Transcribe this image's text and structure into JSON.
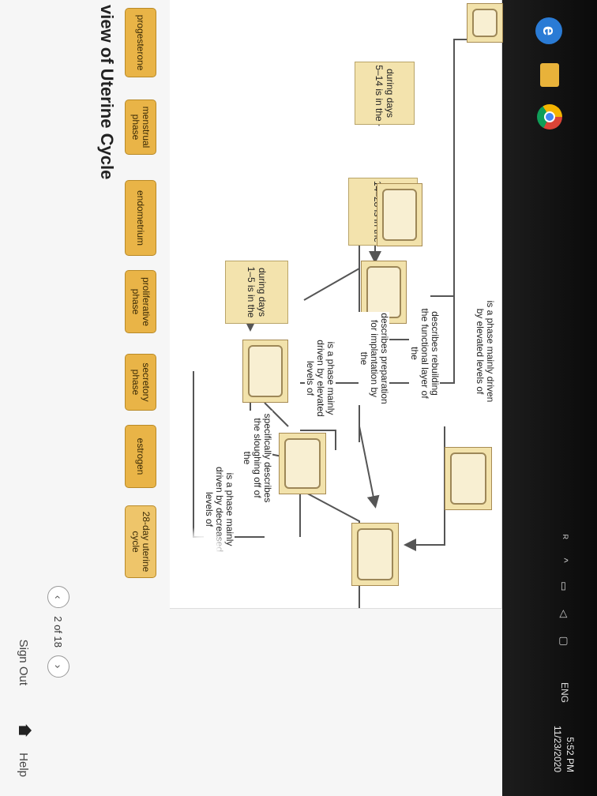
{
  "header": {
    "title": "view of Uterine Cycle",
    "sign_out": "Sign Out",
    "help": "Help",
    "pager": "2 of 18"
  },
  "term_bank": [
    "progesterone",
    "menstrual phase",
    "endometrium",
    "proliferative phase",
    "secretory phase",
    "estrogen",
    "28-day uterine cycle"
  ],
  "diagram": {
    "row_labels": [
      "during days 1–5 is in the",
      "during days 14–28 is in the",
      "during days 5–14 is in the"
    ],
    "edge_texts": [
      "specifically describes the sloughing off of the",
      "is a phase mainly driven by decreased levels of",
      "is a phase mainly driven by elevated levels of",
      "describes preparation for implantation by the",
      "describes rebuilding the functional layer of the",
      "is a phase mainly driven by elevated levels of"
    ]
  },
  "taskbar": {
    "lang": "ENG",
    "time": "5:52 PM",
    "date": "11/23/2020",
    "tray_icons": [
      "people-icon",
      "chevron-up-icon",
      "battery-icon",
      "volume-icon",
      "monitor-icon"
    ]
  }
}
